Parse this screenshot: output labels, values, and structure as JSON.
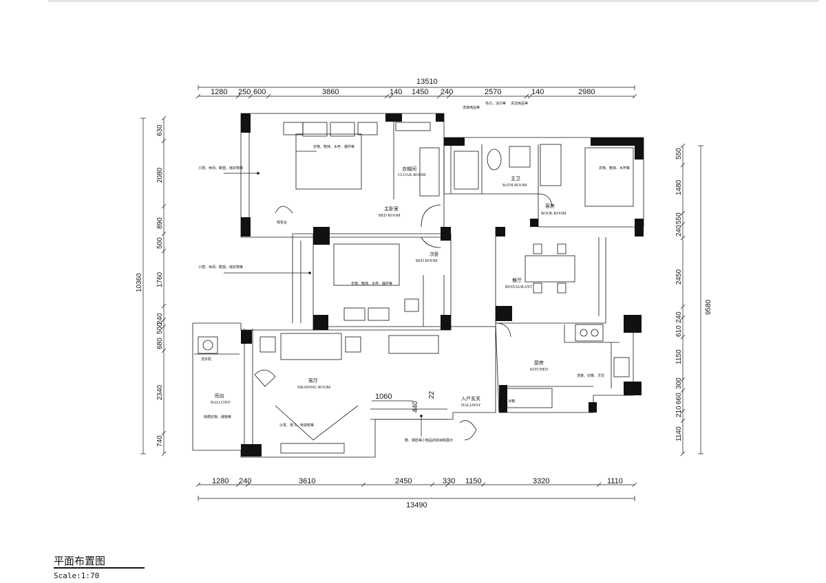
{
  "title_block": {
    "title": "平面布置图",
    "scale": "Scale:1:70"
  },
  "dimensions": {
    "top_total": "13510",
    "top_segments": [
      "1280",
      "250",
      "600",
      "3860",
      "140",
      "1450",
      "240",
      "2570",
      "140",
      "2980"
    ],
    "bottom_total": "13490",
    "bottom_segments": [
      "1280",
      "240",
      "3610",
      "2450",
      "330",
      "1150",
      "3320",
      "1110"
    ],
    "left_total": "10360",
    "left_segments": [
      "630",
      "2080",
      "890",
      "500",
      "1760",
      "240",
      "500",
      "680",
      "2340",
      "740"
    ],
    "right_total": "9580",
    "right_segments": [
      "550",
      "1480",
      "240",
      "550",
      "2450",
      "240",
      "610",
      "1150",
      "300",
      "660",
      "210",
      "1140"
    ],
    "inner_width": "1060",
    "inner_small": "440",
    "inner_small2": "22"
  },
  "rooms": {
    "master_bedroom": {
      "cn": "主卧室",
      "en": "BED ROOM"
    },
    "cloakroom": {
      "cn": "衣帽间",
      "en": "CLOAK ROOM"
    },
    "bathroom": {
      "cn": "主卫",
      "en": "BATH ROOM"
    },
    "book_room": {
      "cn": "客房",
      "en": "BOOK ROOM"
    },
    "second_bedroom": {
      "cn": "次卧",
      "en": "BED ROOM"
    },
    "restaurant": {
      "cn": "餐厅",
      "en": "RESTAURANT"
    },
    "kitchen": {
      "cn": "厨房",
      "en": "KITCHEN"
    },
    "drawing_room": {
      "cn": "客厅",
      "en": "DRAWING ROOM"
    },
    "balcony": {
      "cn": "阳台",
      "en": "BALCONY"
    },
    "hallway": {
      "cn": "入户玄关",
      "en": "HALLWAY"
    }
  },
  "notes": {
    "master_window": "小憩、休闲、眺望，储衣物等",
    "master_bed": "衣物、鞋袜、水杯、摆件等",
    "second_window": "小憩、休闲、眺望，储衣物等",
    "second_bed": "衣物、鞋袜、水杯、摆件等",
    "book_bed": "衣物、鞋袜、水杯等",
    "balcony_note": "晾晒衣物、储物等",
    "living_note": "沙发、茶几、电视柜等",
    "hall_note": "鞋、钥匙等小物品的收纳和展示",
    "kitchen_note": "洗菜、切菜、烹饪",
    "bath_note1": "洗漱用品等",
    "bath_note2": "毛巾、浴巾等",
    "bath_note3": "清洁用品等",
    "vanity": "梳妆台",
    "washer": "洗衣机",
    "fridge": "冰箱"
  }
}
